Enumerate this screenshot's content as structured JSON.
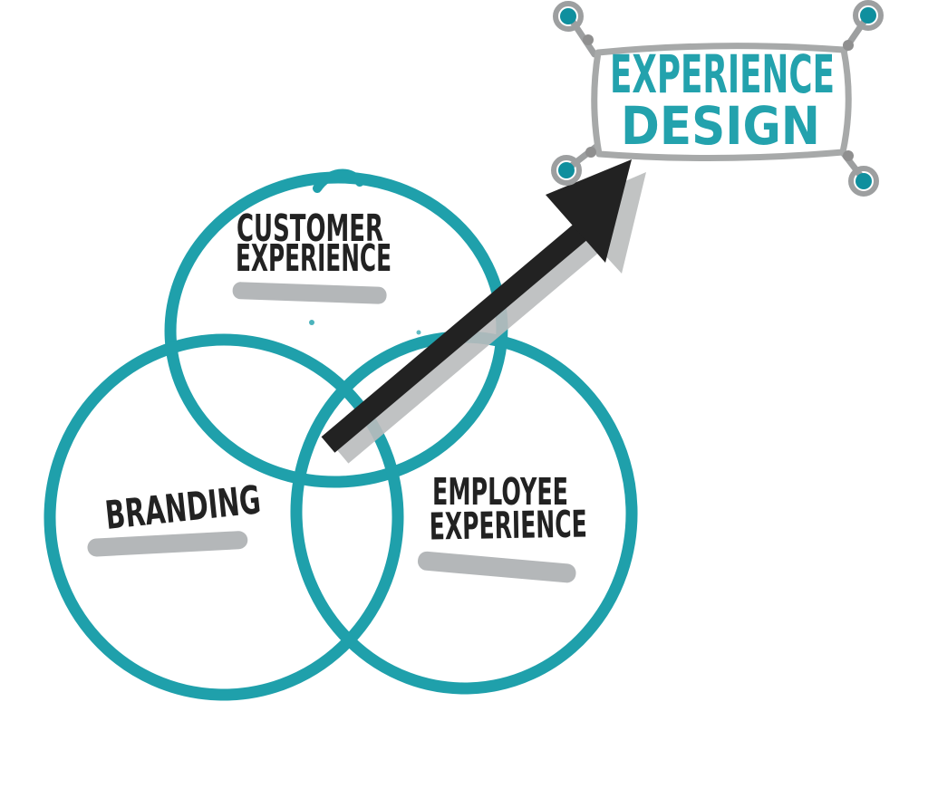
{
  "colors": {
    "teal_marker": "#1fa0ab",
    "sign_text_teal": "#23a2ad",
    "pin_teal": "#0f8f9e",
    "pin_gray": "#9d9fa0",
    "sign_border_gray": "#a7a9a9",
    "gray_marker": "#b4b7b9",
    "shadow_gray": "#babcbd",
    "ink_black": "#222222"
  },
  "sign": {
    "line1": "EXPERIENCE",
    "line2": "DESIGN"
  },
  "venn": {
    "circles": [
      {
        "name": "customer-experience",
        "label_line1": "CUSTOMER",
        "label_line2": "EXPERIENCE"
      },
      {
        "name": "branding",
        "label_line1": "BRANDING",
        "label_line2": ""
      },
      {
        "name": "employee-experience",
        "label_line1": "EMPLOYEE",
        "label_line2": "EXPERIENCE"
      }
    ]
  }
}
